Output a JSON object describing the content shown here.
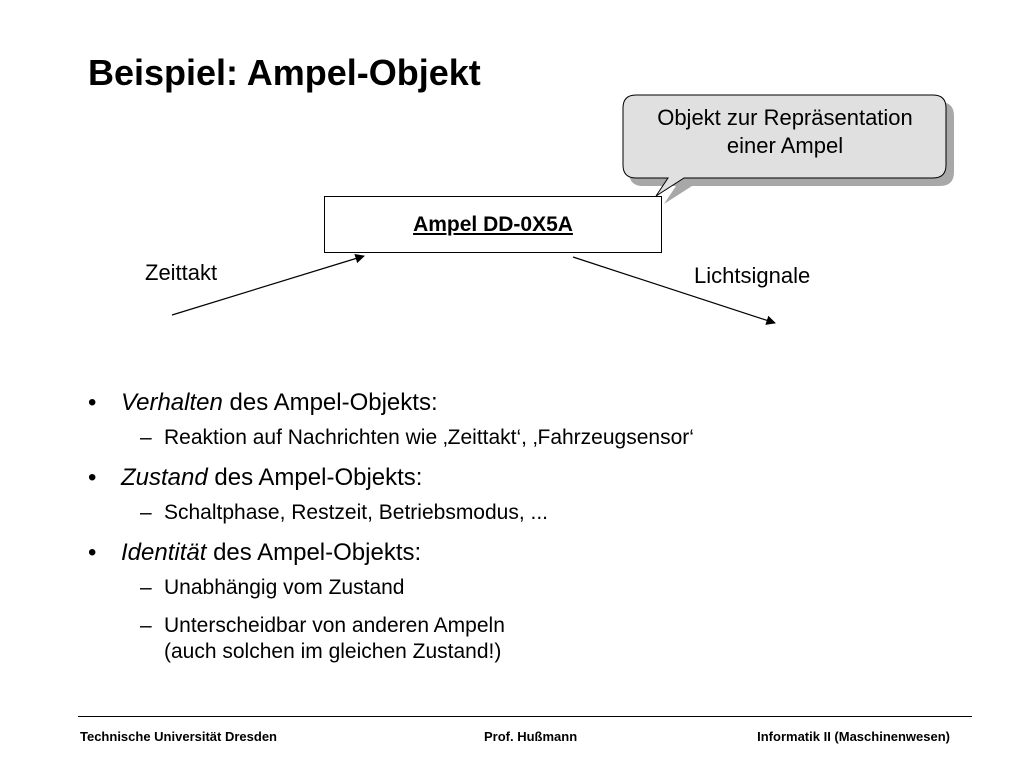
{
  "slide": {
    "title": "Beispiel: Ampel-Objekt"
  },
  "diagram": {
    "callout": {
      "line1": "Objekt zur Repräsentation",
      "line2": "einer Ampel"
    },
    "object_name": "Ampel DD-0X5A",
    "input_label": "Zeittakt",
    "output_label": "Lichtsignale",
    "colors": {
      "callout_fill": "#e0e0e0",
      "callout_shadow": "#a8a8a8",
      "box_border": "#000000"
    }
  },
  "bullets": [
    {
      "italic": "Verhalten",
      "rest": " des Ampel-Objekts:",
      "subs": [
        "Reaktion auf Nachrichten wie ‚Zeittakt‘, ‚Fahrzeugsensor‘"
      ]
    },
    {
      "italic": "Zustand",
      "rest": " des Ampel-Objekts:",
      "subs": [
        "Schaltphase, Restzeit, Betriebsmodus, ..."
      ]
    },
    {
      "italic": "Identität",
      "rest": " des Ampel-Objekts:",
      "subs": [
        "Unabhängig vom Zustand",
        "Unterscheidbar von anderen Ampeln",
        "(auch solchen im gleichen Zustand!)"
      ]
    }
  ],
  "footer": {
    "left": "Technische Universität Dresden",
    "center": "Prof. Hußmann",
    "right": "Informatik II (Maschinenwesen)"
  }
}
